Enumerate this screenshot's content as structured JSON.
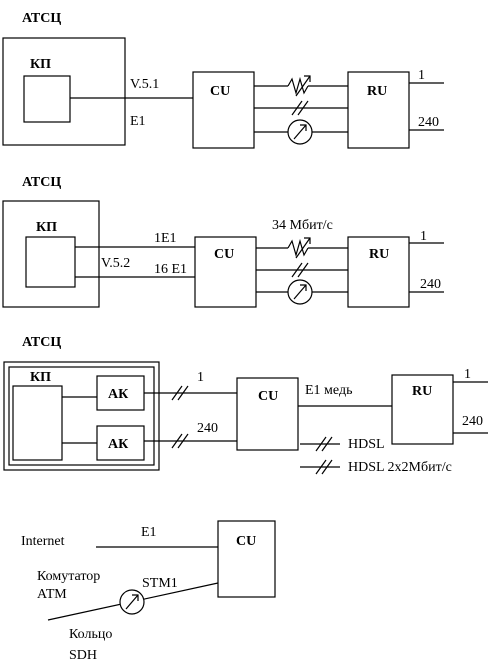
{
  "scheme1": {
    "title": "АТСЦ",
    "kp_label": "КП",
    "interface": "V.5.1",
    "link": "E1",
    "cu_label": "CU",
    "ru_label": "RU",
    "port_first": "1",
    "port_last": "240"
  },
  "scheme2": {
    "title": "АТСЦ",
    "kp_label": "КП",
    "interface": "V.5.2",
    "link_top": "1E1",
    "link_bottom": "16 E1",
    "speed": "34 Мбит/с",
    "cu_label": "CU",
    "ru_label": "RU",
    "port_first": "1",
    "port_last": "240"
  },
  "scheme3": {
    "title": "АТСЦ",
    "kp_label": "КП",
    "ak_label": "АК",
    "link_first": "1",
    "link_last": "240",
    "cu_label": "CU",
    "medium": "E1 медь",
    "ru_label": "RU",
    "port_first": "1",
    "port_last": "240",
    "legend_hdsl": "HDSL",
    "legend_hdsl_2x2": "HDSL 2х2Мбит/с"
  },
  "scheme4": {
    "internet": "Internet",
    "link": "E1",
    "atm_line1": "Комутатор",
    "atm_line2": "АТМ",
    "stm": "STM1",
    "ring_line1": "Кольцо",
    "ring_line2": "SDH",
    "cu_label": "CU"
  }
}
